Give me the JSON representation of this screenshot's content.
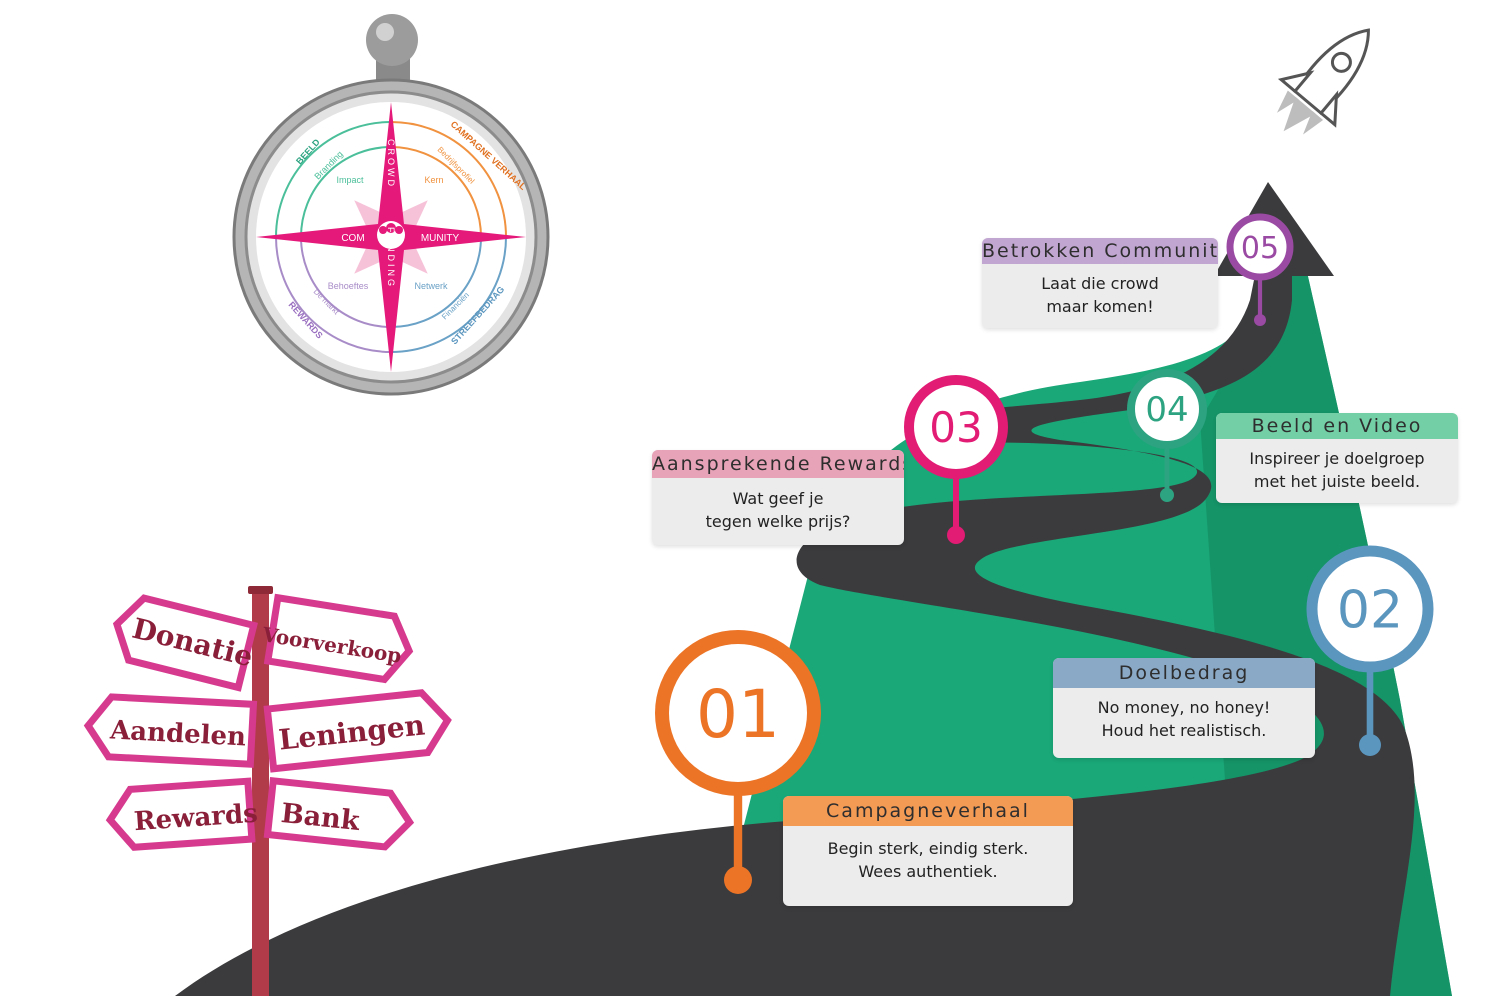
{
  "colors": {
    "road": "#3b3b3d",
    "mountain": "#1aa878",
    "mountain_dark": "#148f64",
    "accent_pink": "#e4197a",
    "step1": "#ec7426",
    "step2": "#5b96bf",
    "step3": "#e21b75",
    "step4": "#2da381",
    "step5": "#9a4aa3"
  },
  "steps": [
    {
      "number": "01",
      "title": "Campagneverhaal",
      "lines": [
        "Begin sterk, eindig sterk.",
        "Wees authentiek."
      ],
      "header_color": "#f39a55",
      "pin_color": "#ec7426"
    },
    {
      "number": "02",
      "title": "Doelbedrag",
      "lines": [
        "No money, no honey!",
        "Houd het realistisch."
      ],
      "header_color": "#8aa9c6",
      "pin_color": "#5b96bf"
    },
    {
      "number": "03",
      "title": "Aansprekende Rewards",
      "lines": [
        "Wat geef je",
        "tegen welke prijs?"
      ],
      "header_color": "#e7a3b7",
      "pin_color": "#e21b75"
    },
    {
      "number": "04",
      "title": "Beeld en Video",
      "lines": [
        "Inspireer je doelgroep",
        "met het juiste beeld."
      ],
      "header_color": "#72cfa6",
      "pin_color": "#2da381"
    },
    {
      "number": "05",
      "title": "Betrokken Community",
      "lines": [
        "Laat die crowd",
        "maar komen!"
      ],
      "header_color": "#c2a6d2",
      "pin_color": "#9a4aa3"
    }
  ],
  "signpost": {
    "signs": [
      "Donatie",
      "Voorverkoop",
      "Aandelen",
      "Leningen",
      "Rewards",
      "Bank"
    ]
  },
  "compass": {
    "quadrants": [
      "BEELD",
      "CAMPAGNE VERHAAL",
      "REWARDS",
      "STREEFBEDRAG"
    ],
    "inner_labels": [
      "Branding",
      "Impact",
      "Bedrijfsprofiel",
      "Kern",
      "Behoeftes",
      "De markt",
      "Netwerk",
      "Financiën"
    ],
    "vertical_top": "CROWD",
    "vertical_bottom": "FUNDING",
    "horizontal_left": "COM",
    "horizontal_right": "MUNITY"
  }
}
